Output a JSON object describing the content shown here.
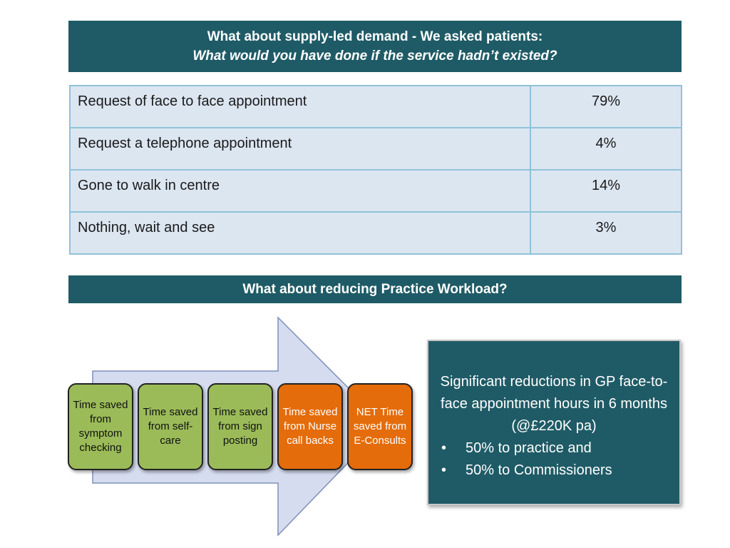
{
  "banner1": {
    "title": "What  about supply-led demand - We asked patients:",
    "subtitle": "What would you have done if the service hadn’t existed?"
  },
  "table": {
    "rows": [
      {
        "label": "Request of face to face appointment",
        "value": "79%"
      },
      {
        "label": "Request a telephone appointment",
        "value": "4%"
      },
      {
        "label": "Gone to walk in centre",
        "value": "14%"
      },
      {
        "label": "Nothing, wait and see",
        "value": "3%"
      }
    ]
  },
  "banner2": {
    "title": "What about reducing Practice Workload?"
  },
  "diagram": {
    "boxes": [
      {
        "text": "Time saved from symptom checking",
        "color": "#9bbb59"
      },
      {
        "text": "Time saved from self-care",
        "color": "#9bbb59"
      },
      {
        "text": "Time saved from sign posting",
        "color": "#9bbb59"
      },
      {
        "text": "Time saved from Nurse call backs",
        "color": "#e46c0a"
      },
      {
        "text": "NET Time saved from E-Consults",
        "color": "#e46c0a"
      }
    ],
    "arrow_color": "#d5dcef"
  },
  "summary": {
    "lead": "Significant reductions in GP face-to-face appointment hours in 6 months (@£220K pa)",
    "bullets": [
      "50% to practice and",
      "50% to Commissioners"
    ]
  }
}
